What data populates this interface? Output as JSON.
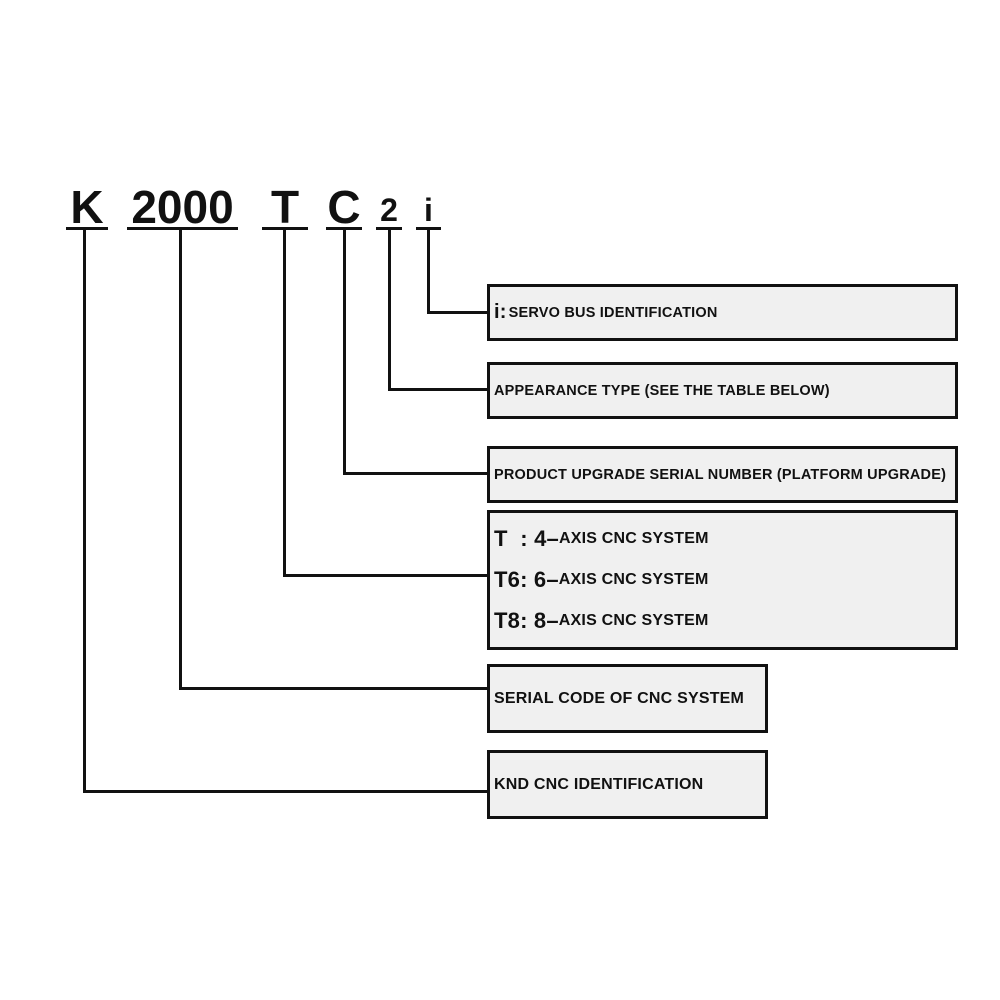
{
  "model_code": {
    "k": "K",
    "series": "2000",
    "t": "T",
    "c": "C",
    "two": "2",
    "i": "i"
  },
  "boxes": {
    "servo": {
      "lead": "i:",
      "text": "SERVO BUS IDENTIFICATION"
    },
    "appearance": {
      "text": "APPEARANCE TYPE (SEE THE TABLE BELOW)"
    },
    "upgrade": {
      "text": "PRODUCT UPGRADE SERIAL NUMBER (PLATFORM UPGRADE)"
    },
    "axis": [
      {
        "key": "T  : 4–",
        "text": "AXIS CNC SYSTEM"
      },
      {
        "key": "T6: 6–",
        "text": "AXIS CNC SYSTEM"
      },
      {
        "key": "T8: 8–",
        "text": "AXIS CNC SYSTEM"
      }
    ],
    "serial": {
      "text": "SERIAL CODE OF CNC SYSTEM"
    },
    "knd": {
      "text": "KND CNC IDENTIFICATION"
    }
  }
}
